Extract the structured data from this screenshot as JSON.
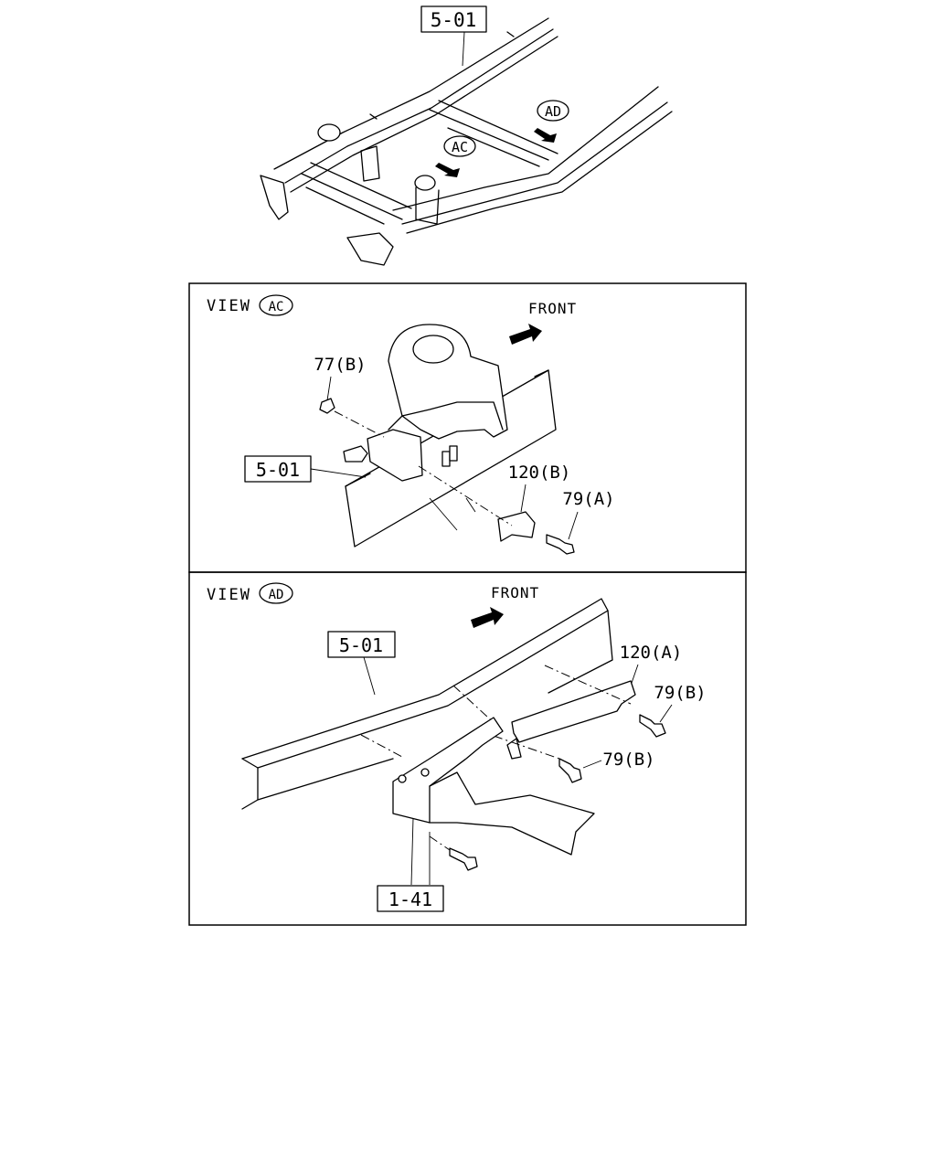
{
  "overview": {
    "ref_box": "5-01",
    "view_markers": [
      "AC",
      "AD"
    ]
  },
  "view_ac": {
    "title_prefix": "VIEW",
    "marker": "AC",
    "front_label": "FRONT",
    "callouts": {
      "nut": "77(B)",
      "frame_ref": "5-01",
      "bracket": "120(B)",
      "bolt": "79(A)"
    }
  },
  "view_ad": {
    "title_prefix": "VIEW",
    "marker": "AD",
    "front_label": "FRONT",
    "callouts": {
      "frame_ref": "5-01",
      "bracket": "120(A)",
      "bolt_upper": "79(B)",
      "bolt_lower": "79(B)",
      "bottom_ref": "1-41"
    }
  }
}
